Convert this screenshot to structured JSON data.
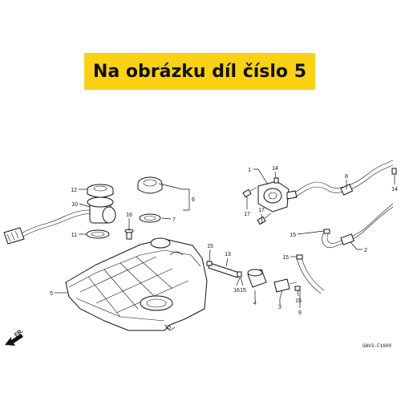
{
  "banner": {
    "text": "Na obrázku díl číslo 5"
  },
  "diagram": {
    "code": "GAV3-F1600",
    "front_marker": "FR.",
    "labels": {
      "p1": "1",
      "p2": "2",
      "p3": "3",
      "p4": "4",
      "p5": "5",
      "p6": "6",
      "p7": "7",
      "p8": "8",
      "p9": "9",
      "p10": "10",
      "p11": "11",
      "p12": "12",
      "p13": "13",
      "p14a": "14",
      "p14b": "14",
      "p15a": "15",
      "p15b": "15",
      "p15c": "15",
      "p15d": "15",
      "p15e": "15",
      "p16a": "16",
      "p16b": "16",
      "p17a": "17",
      "p17b": "17"
    }
  }
}
